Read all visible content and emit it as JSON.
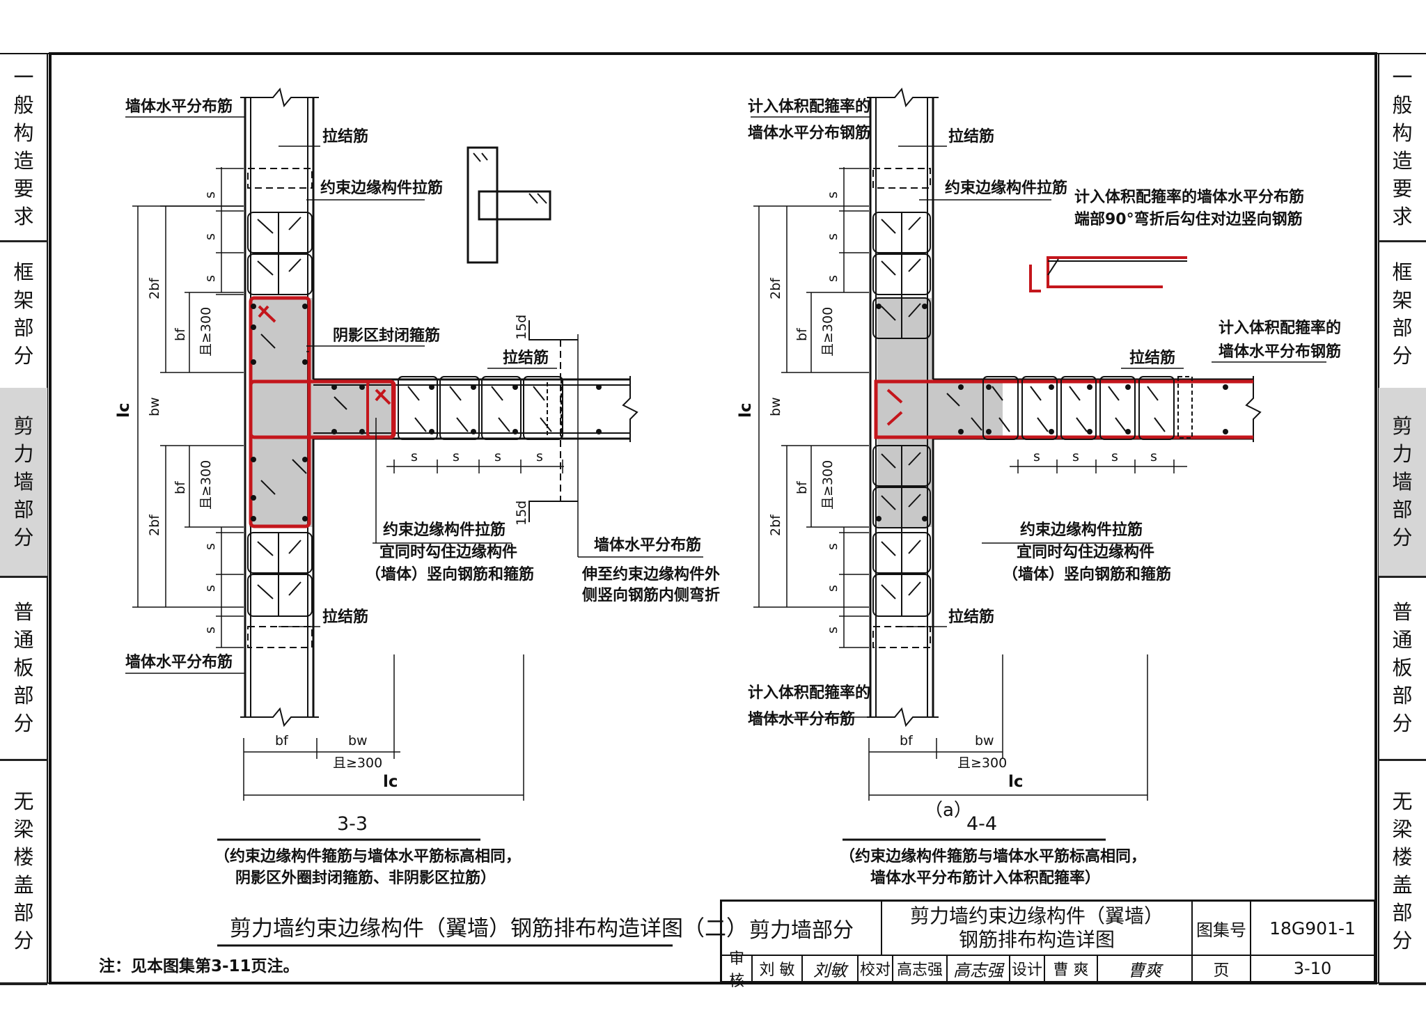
{
  "side_tabs": {
    "left": [
      {
        "label": "一般构造要求",
        "active": false
      },
      {
        "label": "框架部分",
        "active": false
      },
      {
        "label": "剪力墙部分",
        "active": true
      },
      {
        "label": "普通板部分",
        "active": false
      },
      {
        "label": "无梁楼盖部分",
        "active": false
      }
    ],
    "right": [
      {
        "label": "一般构造要求",
        "active": false
      },
      {
        "label": "框架部分",
        "active": false
      },
      {
        "label": "剪力墙部分",
        "active": true
      },
      {
        "label": "普通板部分",
        "active": false
      },
      {
        "label": "无梁楼盖部分",
        "active": false
      }
    ]
  },
  "colors": {
    "rebar_red": "#c4161c",
    "shade": "#c8c8c8",
    "line": "#111111"
  },
  "left_drawing": {
    "labels": {
      "wall_h_top": "墙体水平分布筋",
      "tie_top": "拉结筋",
      "edge_tie": "约束边缘构件拉筋",
      "shade_hoop": "阴影区封闭箍筋",
      "tie_mid": "拉结筋",
      "note_15d_top": "15d",
      "note_15d_bot": "15d",
      "edge_tie2_l1": "约束边缘构件拉筋",
      "edge_tie2_l2": "宜同时勾住边缘构件",
      "edge_tie2_l3": "（墙体）竖向钢筋和箍筋",
      "wall_h_right_l1": "墙体水平分布筋",
      "wall_h_right_l2": "伸至约束边缘构件外",
      "wall_h_right_l3": "侧竖向钢筋内侧弯折",
      "tie_bottom": "拉结筋",
      "wall_h_bottom": "墙体水平分布筋"
    },
    "dims": {
      "s": "s",
      "twobf": "2bf",
      "bf": "bf",
      "bw": "bw",
      "ge300": "且≥300",
      "lc": "lc"
    },
    "section": "3-3",
    "caption_l1": "（约束边缘构件箍筋与墙体水平筋标高相同，",
    "caption_l2": "阴影区外圈封闭箍筋、非阴影区拉筋）"
  },
  "right_drawing": {
    "labels": {
      "vol_top_l1": "计入体积配箍率的",
      "vol_top_l2": "墙体水平分布钢筋",
      "tie_top": "拉结筋",
      "edge_tie": "约束边缘构件拉筋",
      "note_l1": "计入体积配箍率的墙体水平分布筋",
      "note_l2": "端部90°弯折后勾住对边竖向钢筋",
      "vol_right_l1": "计入体积配箍率的",
      "vol_right_l2": "墙体水平分布钢筋",
      "tie_mid": "拉结筋",
      "edge_tie2_l1": "约束边缘构件拉筋",
      "edge_tie2_l2": "宜同时勾住边缘构件",
      "edge_tie2_l3": "（墙体）竖向钢筋和箍筋",
      "tie_bottom": "拉结筋",
      "vol_bot_l1": "计入体积配箍率的",
      "vol_bot_l2": "墙体水平分布筋"
    },
    "dims": {
      "s": "s",
      "twobf": "2bf",
      "bf": "bf",
      "bw": "bw",
      "ge300": "且≥300",
      "lc": "lc"
    },
    "variant": "（a）",
    "section": "4-4",
    "caption_l1": "（约束边缘构件箍筋与墙体水平筋标高相同，",
    "caption_l2": "墙体水平分布筋计入体积配箍率）"
  },
  "main_title": "剪力墙约束边缘构件（翼墙）钢筋排布构造详图（二）",
  "note": "注：见本图集第3-11页注。",
  "title_block": {
    "section": "剪力墙部分",
    "title_l1": "剪力墙约束边缘构件（翼墙）",
    "title_l2": "钢筋排布构造详图",
    "atlas_label": "图集号",
    "atlas_no": "18G901-1",
    "review_label": "审核",
    "reviewer": "刘 敏",
    "check_label": "校对",
    "checker": "高志强",
    "design_label": "设计",
    "designer": "曹 爽",
    "page_label": "页",
    "page_no": "3-10"
  }
}
